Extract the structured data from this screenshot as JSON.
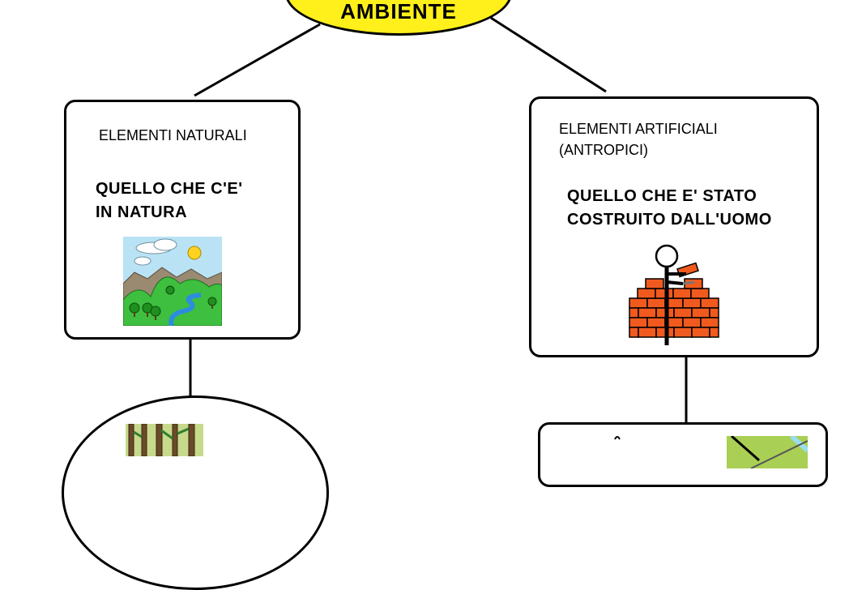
{
  "root": {
    "label": "AMBIENTE"
  },
  "left_box": {
    "title": "ELEMENTI NATURALI",
    "description": "QUELLO CHE C'E'\n IN NATURA",
    "image_icon": "landscape-icon"
  },
  "right_box": {
    "title": "ELEMENTI ARTIFICIALI\n(ANTROPICI)",
    "description": "QUELLO CHE E' STATO\nCOSTRUITO DALL'UOMO",
    "image_icon": "bricklayer-icon"
  },
  "colors": {
    "root_fill": "#ffef1a",
    "outline": "#000000",
    "sky": "#b9e3f5",
    "hill": "#3fbf3f",
    "brick": "#f05a1e"
  }
}
